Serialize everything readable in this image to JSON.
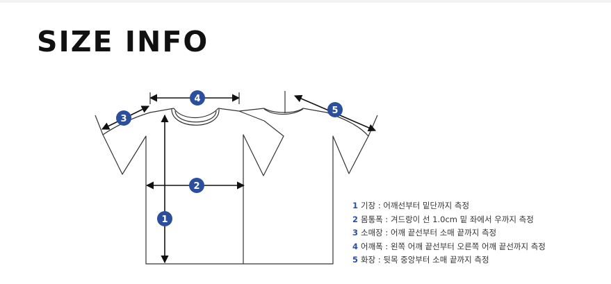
{
  "page": {
    "title": "SIZE INFO"
  },
  "colors": {
    "accent": "#2b4f9e",
    "outline": "#333333",
    "text": "#333333"
  },
  "badges": [
    "1",
    "2",
    "3",
    "4",
    "5"
  ],
  "legend": [
    {
      "num": "1",
      "text": "기장 : 어깨선부터 밑단까지 측정"
    },
    {
      "num": "2",
      "text": "몸통폭 : 겨드랑이 선 1.0cm 밑 좌에서 우까지 측정"
    },
    {
      "num": "3",
      "text": "소매장 : 어깨 끝선부터 소매 끝까지 측정"
    },
    {
      "num": "4",
      "text": "어깨폭 : 왼쪽 어깨 끝선부터 오른쪽 어깨 끝선까지 측정"
    },
    {
      "num": "5",
      "text": "화장 : 뒷목 중앙부터 소매 끝까지 측정"
    }
  ]
}
